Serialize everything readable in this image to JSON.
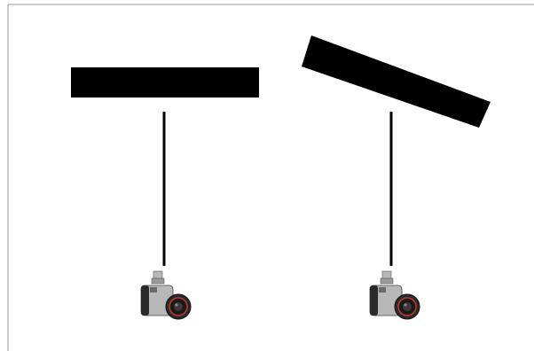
{
  "diagram": {
    "panels": [
      {
        "id": "left",
        "target": {
          "shape": "rectangle",
          "color": "#000000",
          "tilt_deg": 0
        },
        "sight_line": {
          "color": "#000000"
        },
        "camera": {
          "icon": "camera-icon"
        }
      },
      {
        "id": "right",
        "target": {
          "shape": "rectangle",
          "color": "#000000",
          "tilt_deg": 22
        },
        "sight_line": {
          "color": "#000000"
        },
        "camera": {
          "icon": "camera-icon"
        }
      }
    ],
    "colors": {
      "background": "#ffffff",
      "frame": "#b0b0b0",
      "camera_body": "#2a2a2a",
      "camera_silver": "#b8b8b8",
      "lens_ring": "#c0392b"
    }
  }
}
